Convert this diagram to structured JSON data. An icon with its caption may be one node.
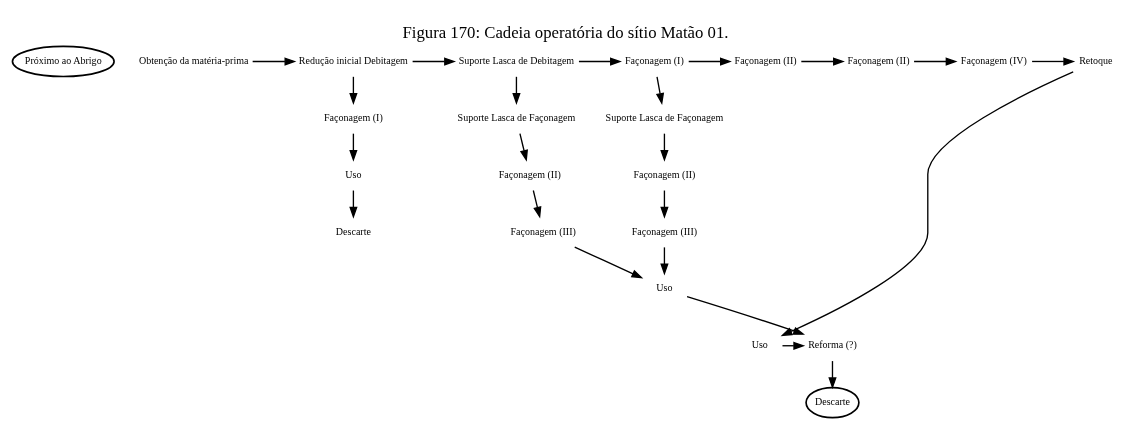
{
  "diagram": {
    "title": "Figura 170: Cadeia operatória do sítio Matão 01.",
    "nodes": [
      {
        "text": [
          "Próximo ao Abrigo"
        ]
      },
      {
        "text": [
          "Obtenção da matéria-prima"
        ]
      },
      {
        "text": [
          "Redução inicial Debitagem"
        ]
      },
      {
        "text": [
          "Suporte Lasca de Debitagem"
        ]
      },
      {
        "text": [
          "Façonagem (I)"
        ]
      },
      {
        "text": [
          "Façonagem (II)"
        ]
      },
      {
        "text": [
          "Façonagem (II)"
        ]
      },
      {
        "text": [
          "Façonagem (IV)"
        ]
      },
      {
        "text": [
          "Retoque"
        ]
      },
      {
        "text": [
          "Façonagem (I)"
        ]
      },
      {
        "text": [
          "Uso"
        ]
      },
      {
        "text": [
          "Descarte"
        ]
      },
      {
        "text": [
          "Suporte Lasca de Façonagem"
        ]
      },
      {
        "text": [
          "Façonagem (II)"
        ]
      },
      {
        "text": [
          "Façonagem (III)"
        ]
      },
      {
        "text": [
          "Suporte Lasca de Façonagem"
        ]
      },
      {
        "text": [
          "Façonagem (II)"
        ]
      },
      {
        "text": [
          "Façonagem (III)"
        ]
      },
      {
        "text": [
          "Uso"
        ]
      },
      {
        "text": [
          "Uso"
        ]
      },
      {
        "text": [
          "Reforma (?)"
        ]
      },
      {
        "text": [
          "Descarte"
        ]
      }
    ],
    "edges": [
      {
        "from": 1,
        "to": 2,
        "arrow": "to"
      },
      {
        "from": 2,
        "to": 3,
        "arrow": "to"
      },
      {
        "from": 3,
        "to": 4,
        "arrow": "to"
      },
      {
        "from": 4,
        "to": 5,
        "arrow": "to"
      },
      {
        "from": 5,
        "to": 6,
        "arrow": "to"
      },
      {
        "from": 6,
        "to": 7,
        "arrow": "to"
      },
      {
        "from": 7,
        "to": 8,
        "arrow": "to"
      },
      {
        "from": 2,
        "to": 9,
        "arrow": "to"
      },
      {
        "from": 9,
        "to": 10,
        "arrow": "to"
      },
      {
        "from": 10,
        "to": 11,
        "arrow": "to"
      },
      {
        "from": 3,
        "to": 12,
        "arrow": "to"
      },
      {
        "from": 12,
        "to": 13,
        "arrow": "to"
      },
      {
        "from": 13,
        "to": 14,
        "arrow": "to"
      },
      {
        "from": 4,
        "to": 15,
        "arrow": "to"
      },
      {
        "from": 15,
        "to": 16,
        "arrow": "to"
      },
      {
        "from": 16,
        "to": 17,
        "arrow": "to"
      },
      {
        "from": 14,
        "to": 18,
        "arrow": "to"
      },
      {
        "from": 17,
        "to": 18,
        "arrow": "to"
      },
      {
        "from": 18,
        "to": 20,
        "arrow": "to"
      },
      {
        "from": 8,
        "to": 19,
        "arrow": "to"
      },
      {
        "from": 19,
        "to": 20,
        "arrow": "to"
      },
      {
        "from": 20,
        "to": 21,
        "arrow": "to"
      }
    ]
  }
}
